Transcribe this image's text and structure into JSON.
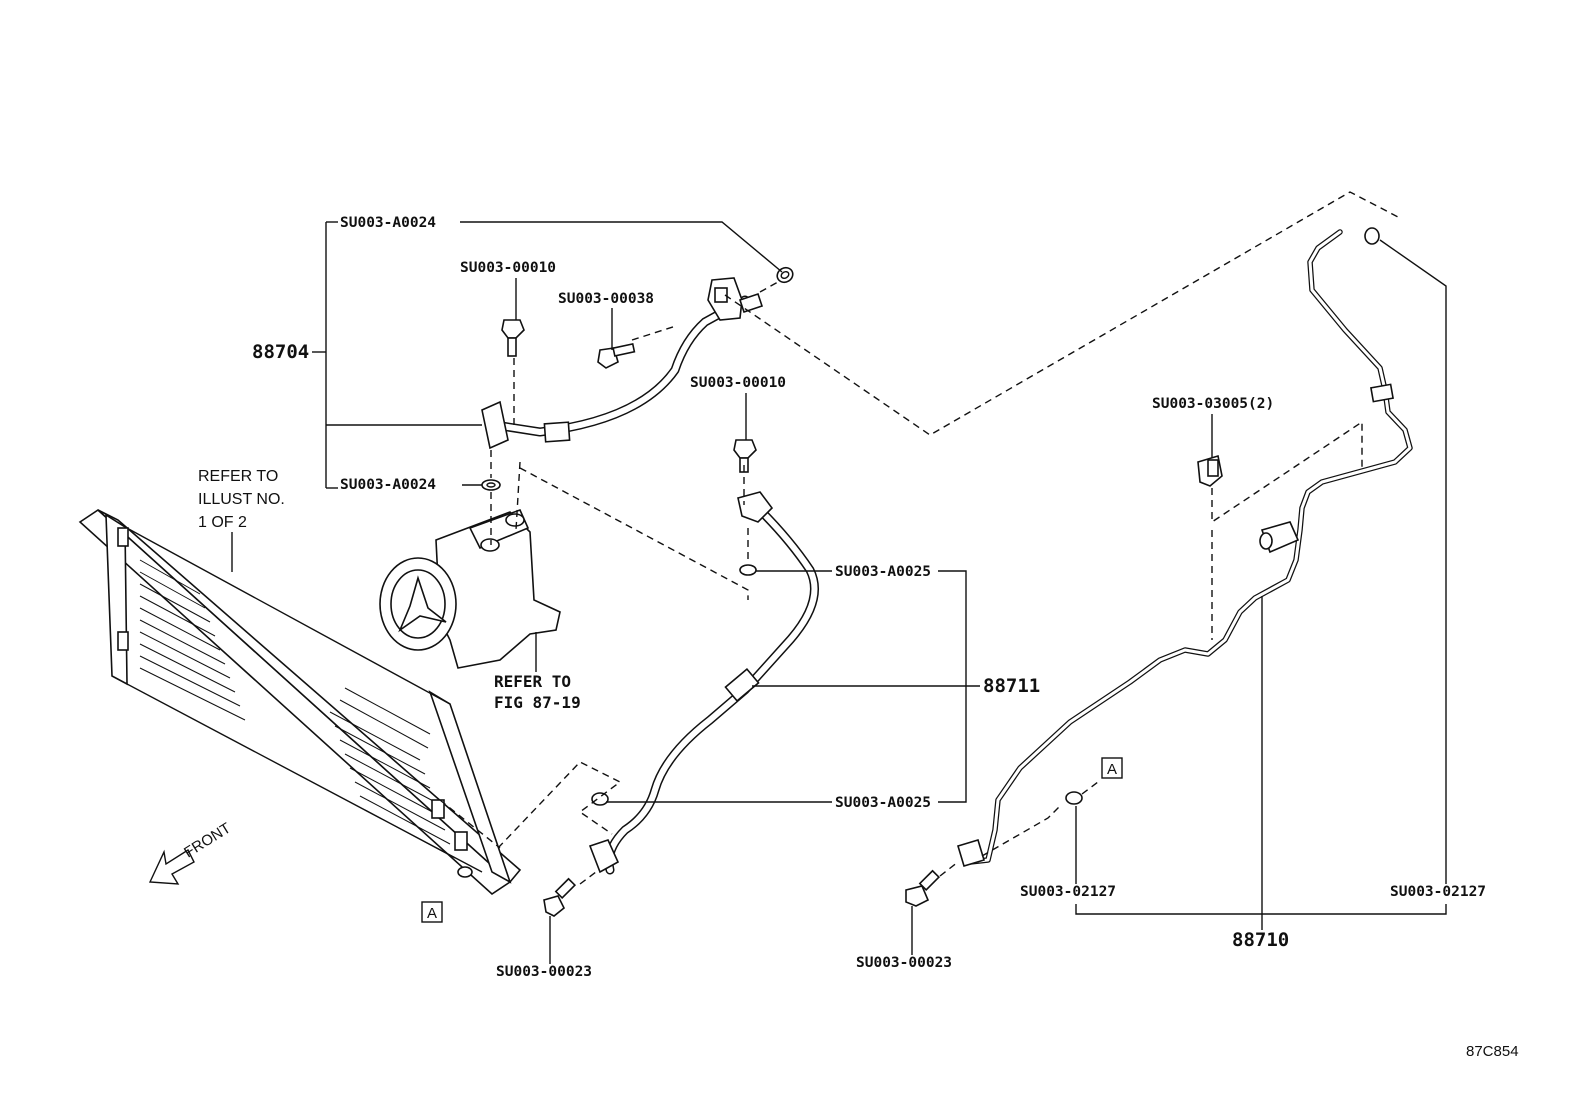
{
  "labels": {
    "a0024_top": "SU003-A0024",
    "a0024_mid": "SU003-A0024",
    "p00010_left": "SU003-00010",
    "p00038": "SU003-00038",
    "p00010_mid": "SU003-00010",
    "p03005": "SU003-03005(2)",
    "a0025_top": "SU003-A0025",
    "a0025_bottom": "SU003-A0025",
    "p00023_left": "SU003-00023",
    "p00023_right": "SU003-00023",
    "p02127_left": "SU003-02127",
    "p02127_right": "SU003-02127"
  },
  "assemblies": {
    "a88704": "88704",
    "a88711": "88711",
    "a88710": "88710"
  },
  "notes": {
    "refer_illust_line1": "REFER TO",
    "refer_illust_line2": "ILLUST NO.",
    "refer_illust_line3": "1 OF 2",
    "refer_fig_line1": "REFER TO",
    "refer_fig_line2": "FIG 87-19",
    "front": "FRONT",
    "ref_mark_left": "A",
    "ref_mark_right": "A"
  },
  "illustration_code": "87C854",
  "icons": {
    "condenser": "condenser-icon",
    "compressor": "compressor-icon",
    "front_arrow": "front-arrow-icon"
  }
}
